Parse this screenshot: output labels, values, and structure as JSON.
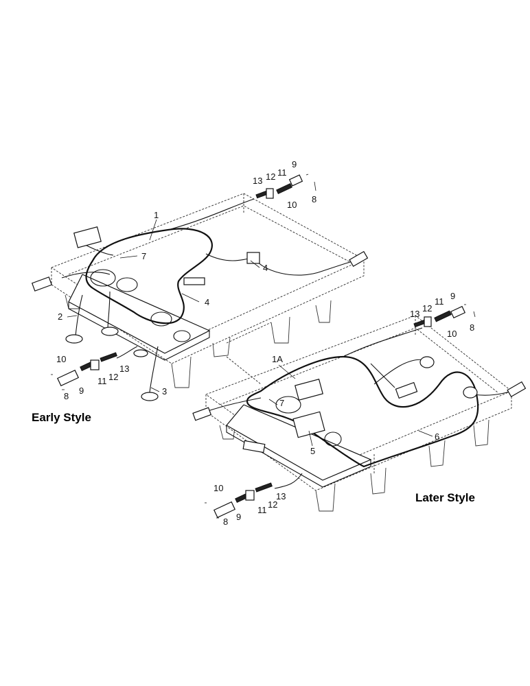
{
  "diagram": {
    "labels": {
      "early_style": "Early Style",
      "later_style": "Later Style"
    },
    "early_callouts": {
      "c1": "1",
      "c2": "2",
      "c3": "3",
      "c4a": "4",
      "c4b": "4",
      "c7": "7",
      "top_c13": "13",
      "top_c12": "12",
      "top_c11": "11",
      "top_c9": "9",
      "top_c10": "10",
      "top_c8": "8",
      "bot_c10": "10",
      "bot_c11": "11",
      "bot_c12": "12",
      "bot_c13": "13",
      "bot_c9": "9",
      "bot_c8": "8"
    },
    "later_callouts": {
      "c1a": "1A",
      "c5": "5",
      "c6": "6",
      "c7": "7",
      "top_c13": "13",
      "top_c12": "12",
      "top_c11": "11",
      "top_c9": "9",
      "top_c10": "10",
      "top_c8": "8",
      "bot_c10": "10",
      "bot_c11": "11",
      "bot_c12": "12",
      "bot_c13": "13",
      "bot_c9": "9",
      "bot_c8": "8"
    }
  }
}
